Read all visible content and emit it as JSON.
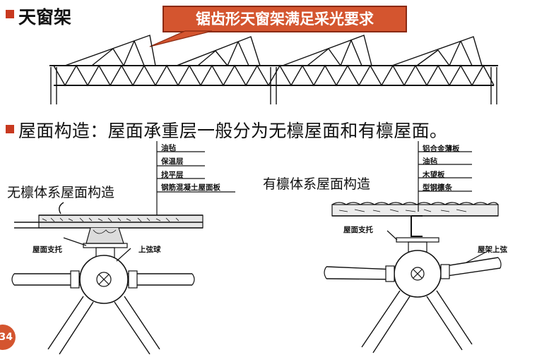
{
  "heading1": "天窗架",
  "callout": "锯齿形天窗架满足采光要求",
  "heading2": "屋面构造：屋面承重层一般分为无檩屋面和有檩屋面。",
  "left_diagram": {
    "title": "无檩体系屋面构造",
    "layers": [
      "油毡",
      "保温层",
      "找平层",
      "钢筋混凝土屋面板"
    ],
    "support_label": "屋面支托",
    "node_label": "上弦球"
  },
  "right_diagram": {
    "title": "有檩体系屋面构造",
    "layers": [
      "铝合金薄板",
      "油毡",
      "木望板",
      "型钢檩条"
    ],
    "support_label": "屋面支托",
    "node_label": "屋架上弦"
  },
  "page_number": "34"
}
